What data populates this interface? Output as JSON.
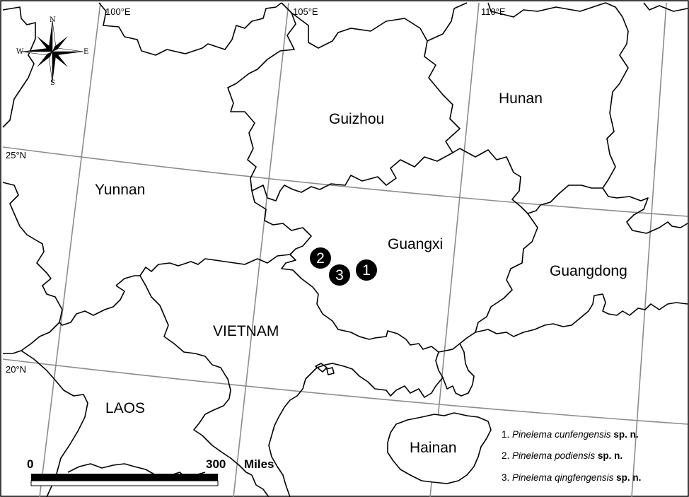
{
  "compass": {
    "n": "N",
    "s": "S",
    "e": "E",
    "w": "W"
  },
  "graticule": {
    "lon_100": "100°E",
    "lon_105": "105°E",
    "lon_110": "110°E",
    "lat_25": "25°N",
    "lat_20": "20°N"
  },
  "regions": {
    "guizhou": "Guizhou",
    "hunan": "Hunan",
    "yunnan": "Yunnan",
    "guangxi": "Guangxi",
    "guangdong": "Guangdong",
    "vietnam": "VIETNAM",
    "laos": "LAOS",
    "hainan": "Hainan"
  },
  "markers": {
    "m1": "1",
    "m2": "2",
    "m3": "3"
  },
  "scale_bar": {
    "start": "0",
    "end": "300",
    "unit": "Miles"
  },
  "legend": [
    {
      "num": "1.",
      "genus": "Pinelema",
      "species": "cunfengensis",
      "suffix": "sp. n."
    },
    {
      "num": "2.",
      "genus": "Pinelema",
      "species": "podiensis",
      "suffix": "sp. n."
    },
    {
      "num": "3.",
      "genus": "Pinelema",
      "species": "qingfengensis",
      "suffix": "sp. n."
    }
  ]
}
